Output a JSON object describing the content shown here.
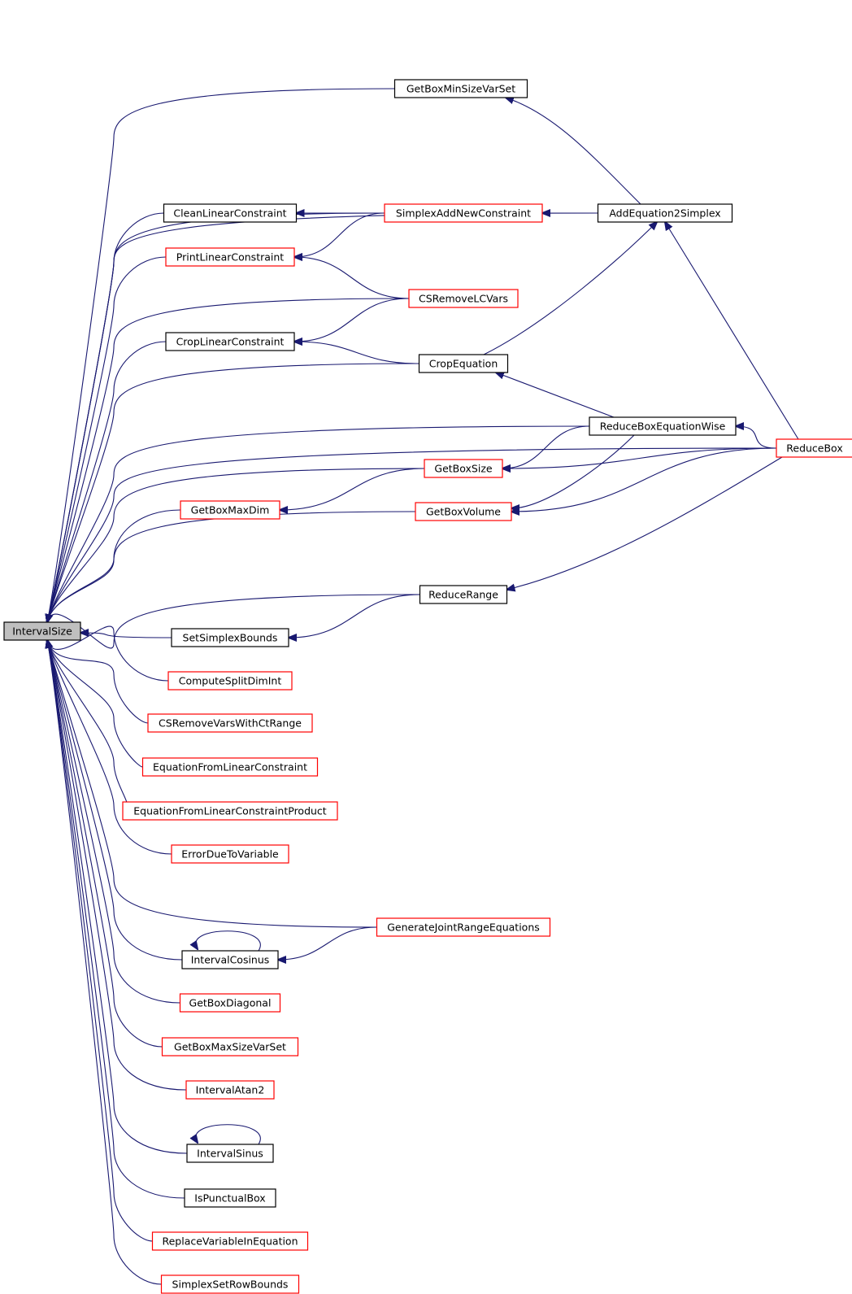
{
  "colors": {
    "edge": "#191970",
    "black_border": "#000000",
    "red_border": "#ff0000",
    "root_fill": "#bfbfbf"
  },
  "nodes": [
    {
      "id": "IntervalSize",
      "label": "IntervalSize",
      "border": "root"
    },
    {
      "id": "GetBoxMinSizeVarSet",
      "label": "GetBoxMinSizeVarSet",
      "border": "black"
    },
    {
      "id": "CleanLinearConstraint",
      "label": "CleanLinearConstraint",
      "border": "black"
    },
    {
      "id": "SimplexAddNewConstraint",
      "label": "SimplexAddNewConstraint",
      "border": "red"
    },
    {
      "id": "AddEquation2Simplex",
      "label": "AddEquation2Simplex",
      "border": "black"
    },
    {
      "id": "PrintLinearConstraint",
      "label": "PrintLinearConstraint",
      "border": "red"
    },
    {
      "id": "CSRemoveLCVars",
      "label": "CSRemoveLCVars",
      "border": "red"
    },
    {
      "id": "CropLinearConstraint",
      "label": "CropLinearConstraint",
      "border": "black"
    },
    {
      "id": "CropEquation",
      "label": "CropEquation",
      "border": "black"
    },
    {
      "id": "ReduceBoxEquationWise",
      "label": "ReduceBoxEquationWise",
      "border": "black"
    },
    {
      "id": "ReduceBox",
      "label": "ReduceBox",
      "border": "red"
    },
    {
      "id": "GetBoxSize",
      "label": "GetBoxSize",
      "border": "red"
    },
    {
      "id": "GetBoxMaxDim",
      "label": "GetBoxMaxDim",
      "border": "red"
    },
    {
      "id": "GetBoxVolume",
      "label": "GetBoxVolume",
      "border": "red"
    },
    {
      "id": "ReduceRange",
      "label": "ReduceRange",
      "border": "black"
    },
    {
      "id": "SetSimplexBounds",
      "label": "SetSimplexBounds",
      "border": "black"
    },
    {
      "id": "ComputeSplitDimInt",
      "label": "ComputeSplitDimInt",
      "border": "red"
    },
    {
      "id": "CSRemoveVarsWithCtRange",
      "label": "CSRemoveVarsWithCtRange",
      "border": "red"
    },
    {
      "id": "EquationFromLinearConstraint",
      "label": "EquationFromLinearConstraint",
      "border": "red"
    },
    {
      "id": "EquationFromLinearConstraintProduct",
      "label": "EquationFromLinearConstraintProduct",
      "border": "red"
    },
    {
      "id": "ErrorDueToVariable",
      "label": "ErrorDueToVariable",
      "border": "red"
    },
    {
      "id": "GenerateJointRangeEquations",
      "label": "GenerateJointRangeEquations",
      "border": "red"
    },
    {
      "id": "IntervalCosinus",
      "label": "IntervalCosinus",
      "border": "black"
    },
    {
      "id": "GetBoxDiagonal",
      "label": "GetBoxDiagonal",
      "border": "red"
    },
    {
      "id": "GetBoxMaxSizeVarSet",
      "label": "GetBoxMaxSizeVarSet",
      "border": "red"
    },
    {
      "id": "IntervalAtan2",
      "label": "IntervalAtan2",
      "border": "red"
    },
    {
      "id": "IntervalSinus",
      "label": "IntervalSinus",
      "border": "black"
    },
    {
      "id": "IsPunctualBox",
      "label": "IsPunctualBox",
      "border": "black"
    },
    {
      "id": "ReplaceVariableInEquation",
      "label": "ReplaceVariableInEquation",
      "border": "red"
    },
    {
      "id": "SimplexSetRowBounds",
      "label": "SimplexSetRowBounds",
      "border": "red"
    }
  ],
  "edges": [
    {
      "from": "ReduceBox",
      "to": "IntervalSize"
    },
    {
      "from": "GetBoxMinSizeVarSet",
      "to": "IntervalSize"
    },
    {
      "from": "AddEquation2Simplex",
      "to": "IntervalSize"
    },
    {
      "from": "SimplexAddNewConstraint",
      "to": "IntervalSize"
    },
    {
      "from": "CleanLinearConstraint",
      "to": "IntervalSize"
    },
    {
      "from": "PrintLinearConstraint",
      "to": "IntervalSize"
    },
    {
      "from": "CSRemoveLCVars",
      "to": "IntervalSize"
    },
    {
      "from": "CropLinearConstraint",
      "to": "IntervalSize"
    },
    {
      "from": "CropEquation",
      "to": "IntervalSize"
    },
    {
      "from": "ReduceBoxEquationWise",
      "to": "IntervalSize"
    },
    {
      "from": "GetBoxSize",
      "to": "IntervalSize"
    },
    {
      "from": "GetBoxMaxDim",
      "to": "IntervalSize"
    },
    {
      "from": "GetBoxVolume",
      "to": "IntervalSize"
    },
    {
      "from": "ReduceRange",
      "to": "IntervalSize"
    },
    {
      "from": "SetSimplexBounds",
      "to": "IntervalSize"
    },
    {
      "from": "ComputeSplitDimInt",
      "to": "IntervalSize"
    },
    {
      "from": "CSRemoveVarsWithCtRange",
      "to": "IntervalSize"
    },
    {
      "from": "EquationFromLinearConstraint",
      "to": "IntervalSize"
    },
    {
      "from": "EquationFromLinearConstraintProduct",
      "to": "IntervalSize"
    },
    {
      "from": "ErrorDueToVariable",
      "to": "IntervalSize"
    },
    {
      "from": "GenerateJointRangeEquations",
      "to": "IntervalSize"
    },
    {
      "from": "IntervalCosinus",
      "to": "IntervalSize"
    },
    {
      "from": "GetBoxDiagonal",
      "to": "IntervalSize"
    },
    {
      "from": "GetBoxMaxSizeVarSet",
      "to": "IntervalSize"
    },
    {
      "from": "IntervalAtan2",
      "to": "IntervalSize"
    },
    {
      "from": "IntervalSinus",
      "to": "IntervalSize"
    },
    {
      "from": "IsPunctualBox",
      "to": "IntervalSize"
    },
    {
      "from": "ReplaceVariableInEquation",
      "to": "IntervalSize"
    },
    {
      "from": "SimplexSetRowBounds",
      "to": "IntervalSize"
    },
    {
      "from": "AddEquation2Simplex",
      "to": "GetBoxMinSizeVarSet"
    },
    {
      "from": "SimplexAddNewConstraint",
      "to": "CleanLinearConstraint"
    },
    {
      "from": "SimplexAddNewConstraint",
      "to": "PrintLinearConstraint"
    },
    {
      "from": "CSRemoveLCVars",
      "to": "PrintLinearConstraint"
    },
    {
      "from": "AddEquation2Simplex",
      "to": "SimplexAddNewConstraint"
    },
    {
      "from": "ReduceBox",
      "to": "AddEquation2Simplex"
    },
    {
      "from": "CropEquation",
      "to": "AddEquation2Simplex"
    },
    {
      "from": "CSRemoveLCVars",
      "to": "CropLinearConstraint"
    },
    {
      "from": "CropEquation",
      "to": "CropLinearConstraint"
    },
    {
      "from": "ReduceBoxEquationWise",
      "to": "CropEquation"
    },
    {
      "from": "ReduceBox",
      "to": "ReduceBoxEquationWise"
    },
    {
      "from": "ReduceBoxEquationWise",
      "to": "GetBoxSize"
    },
    {
      "from": "ReduceBox",
      "to": "GetBoxSize"
    },
    {
      "from": "GetBoxSize",
      "to": "GetBoxMaxDim"
    },
    {
      "from": "ReduceBoxEquationWise",
      "to": "GetBoxVolume"
    },
    {
      "from": "ReduceBox",
      "to": "GetBoxVolume"
    },
    {
      "from": "ReduceBox",
      "to": "ReduceRange"
    },
    {
      "from": "ReduceRange",
      "to": "SetSimplexBounds"
    },
    {
      "from": "GenerateJointRangeEquations",
      "to": "IntervalCosinus"
    },
    {
      "from": "IntervalCosinus",
      "to": "IntervalCosinus"
    },
    {
      "from": "IntervalSinus",
      "to": "IntervalSinus"
    }
  ]
}
